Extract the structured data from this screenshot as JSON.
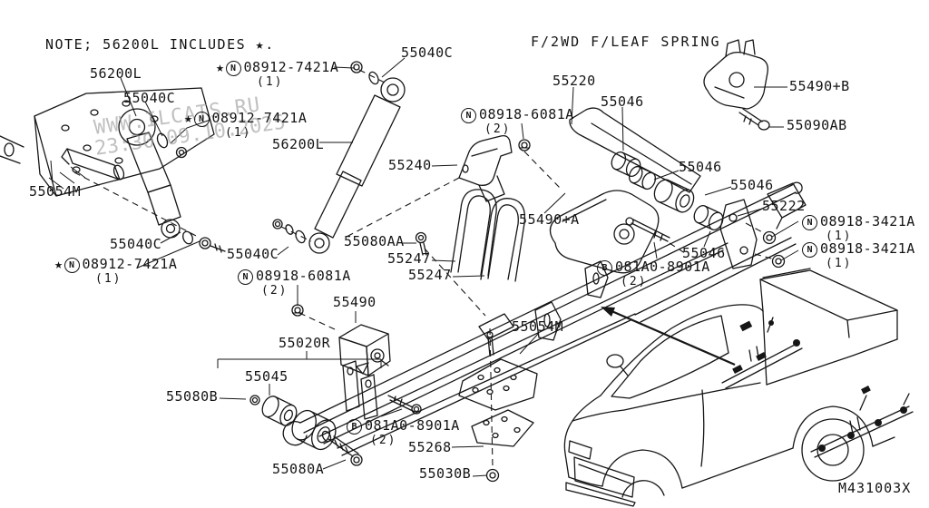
{
  "note": "NOTE; 56200L INCLUDES ★.",
  "section_title": "F/2WD F/LEAF SPRING",
  "doc_code": "M431003X",
  "watermark": {
    "site": "WWW.ILCATS.RU",
    "timestamp": "23:30 09.10.2025"
  },
  "glyphs": {
    "star": "★"
  },
  "colors": {
    "ink": "#161616",
    "watermark": "#9a9a9a",
    "background": "#ffffff"
  },
  "labels": [
    {
      "name": "56200l-left",
      "star": false,
      "circle": "",
      "text": "56200L",
      "qty": ""
    },
    {
      "name": "55040c-left-top",
      "star": false,
      "circle": "",
      "text": "55040C",
      "qty": ""
    },
    {
      "name": "08912-7421a-top",
      "star": true,
      "circle": "N",
      "text": "08912-7421A",
      "qty": "(1)"
    },
    {
      "name": "08912-7421a-mid",
      "star": true,
      "circle": "N",
      "text": "08912-7421A",
      "qty": "(1)"
    },
    {
      "name": "55040c-center-top",
      "star": false,
      "circle": "",
      "text": "55040C",
      "qty": ""
    },
    {
      "name": "56200l-center",
      "star": false,
      "circle": "",
      "text": "56200L",
      "qty": ""
    },
    {
      "name": "55054m-left",
      "star": false,
      "circle": "",
      "text": "55054M",
      "qty": ""
    },
    {
      "name": "55040c-left-bottom",
      "star": false,
      "circle": "",
      "text": "55040C",
      "qty": ""
    },
    {
      "name": "08912-7421a-bottom",
      "star": true,
      "circle": "N",
      "text": "08912-7421A",
      "qty": "(1)"
    },
    {
      "name": "55040c-center-bot",
      "star": false,
      "circle": "",
      "text": "55040C",
      "qty": ""
    },
    {
      "name": "08918-6081a-left",
      "star": false,
      "circle": "N",
      "text": "08918-6081A",
      "qty": "(2)"
    },
    {
      "name": "55240",
      "star": false,
      "circle": "",
      "text": "55240",
      "qty": ""
    },
    {
      "name": "08918-6081a-top",
      "star": false,
      "circle": "N",
      "text": "08918-6081A",
      "qty": "(2)"
    },
    {
      "name": "55220",
      "star": false,
      "circle": "",
      "text": "55220",
      "qty": ""
    },
    {
      "name": "55046-a",
      "star": false,
      "circle": "",
      "text": "55046",
      "qty": ""
    },
    {
      "name": "55490b",
      "star": false,
      "circle": "",
      "text": "55490+B",
      "qty": ""
    },
    {
      "name": "55090ab",
      "star": false,
      "circle": "",
      "text": "55090AB",
      "qty": ""
    },
    {
      "name": "55046-b",
      "star": false,
      "circle": "",
      "text": "55046",
      "qty": ""
    },
    {
      "name": "55046-c",
      "star": false,
      "circle": "",
      "text": "55046",
      "qty": ""
    },
    {
      "name": "55222",
      "star": false,
      "circle": "",
      "text": "55222",
      "qty": ""
    },
    {
      "name": "08918-3421a-1",
      "star": false,
      "circle": "N",
      "text": "08918-3421A",
      "qty": "(1)"
    },
    {
      "name": "08918-3421a-2",
      "star": false,
      "circle": "N",
      "text": "08918-3421A",
      "qty": "(1)"
    },
    {
      "name": "55046-d",
      "star": false,
      "circle": "",
      "text": "55046",
      "qty": ""
    },
    {
      "name": "081a0-8901a-top",
      "star": false,
      "circle": "B",
      "text": "081A0-8901A",
      "qty": "(2)"
    },
    {
      "name": "55080aa",
      "star": false,
      "circle": "",
      "text": "55080AA",
      "qty": ""
    },
    {
      "name": "55247-1",
      "star": false,
      "circle": "",
      "text": "55247",
      "qty": ""
    },
    {
      "name": "55247-2",
      "star": false,
      "circle": "",
      "text": "55247",
      "qty": ""
    },
    {
      "name": "55490a",
      "star": false,
      "circle": "",
      "text": "55490+A",
      "qty": ""
    },
    {
      "name": "55490",
      "star": false,
      "circle": "",
      "text": "55490",
      "qty": ""
    },
    {
      "name": "55020r",
      "star": false,
      "circle": "",
      "text": "55020R",
      "qty": ""
    },
    {
      "name": "55045",
      "star": false,
      "circle": "",
      "text": "55045",
      "qty": ""
    },
    {
      "name": "55080b",
      "star": false,
      "circle": "",
      "text": "55080B",
      "qty": ""
    },
    {
      "name": "081a0-8901a-bottom",
      "star": false,
      "circle": "B",
      "text": "081A0-8901A",
      "qty": "(2)"
    },
    {
      "name": "55080a",
      "star": false,
      "circle": "",
      "text": "55080A",
      "qty": ""
    },
    {
      "name": "55054m-bottom",
      "star": false,
      "circle": "",
      "text": "55054M",
      "qty": ""
    },
    {
      "name": "55268",
      "star": false,
      "circle": "",
      "text": "55268",
      "qty": ""
    },
    {
      "name": "55030b",
      "star": false,
      "circle": "",
      "text": "55030B",
      "qty": ""
    }
  ]
}
